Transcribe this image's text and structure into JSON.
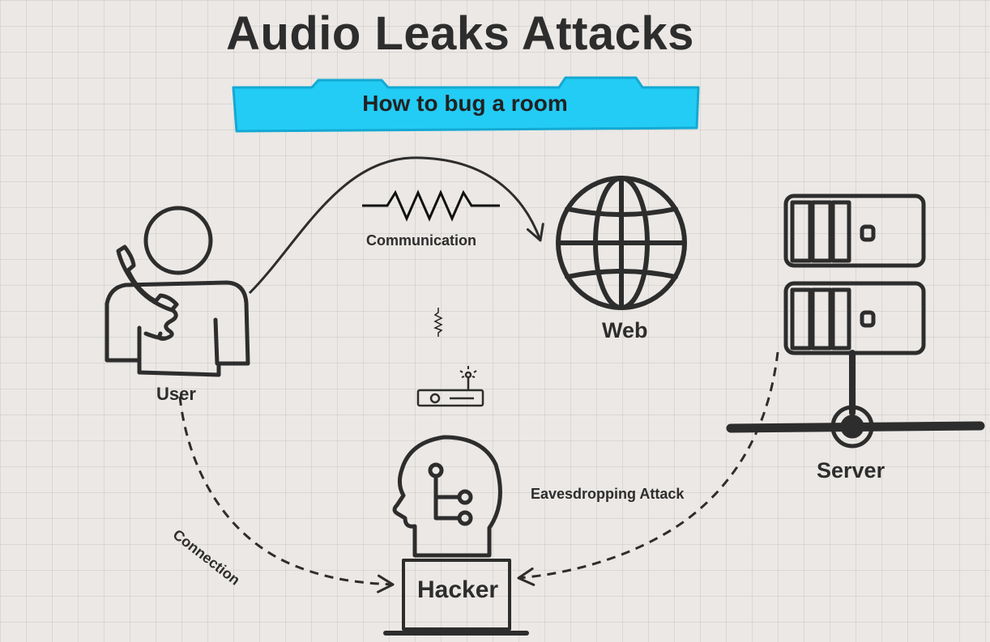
{
  "diagram": {
    "title": "Audio Leaks Attacks",
    "subtitle": "How to bug a room",
    "nodes": {
      "user": {
        "label": "User",
        "icon": "user-phone-icon"
      },
      "web": {
        "label": "Web",
        "icon": "globe-icon"
      },
      "server": {
        "label": "Server",
        "icon": "server-icon"
      },
      "hacker": {
        "label": "Hacker",
        "icon": "hacker-head-icon"
      }
    },
    "edges": {
      "communication": {
        "label": "Communication",
        "from": "User",
        "to": "Web",
        "style": "solid"
      },
      "connection": {
        "label": "Connection",
        "from": "User",
        "to": "Hacker",
        "style": "dashed"
      },
      "eavesdropping": {
        "label": "Eavesdropping Attack",
        "from": "Server",
        "to": "Hacker",
        "style": "dashed"
      }
    },
    "colors": {
      "banner": "#23ccf5",
      "ink": "#2d2d2d",
      "background": "#ebe8e5"
    }
  }
}
